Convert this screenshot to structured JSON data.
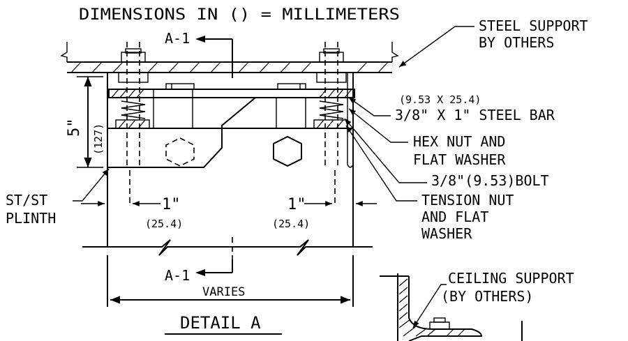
{
  "header": {
    "dimensions_note": "DIMENSIONS IN () = MILLIMETERS"
  },
  "section_marks": {
    "top": "A-1",
    "bottom": "A-1"
  },
  "callouts": {
    "steel_support_line1": "STEEL SUPPORT",
    "steel_support_line2": "BY OTHERS",
    "bar_metric": "(9.53 X 25.4)",
    "bar_imperial": "3/8\" X 1\" STEEL BAR",
    "hex_nut_line1": "HEX NUT AND",
    "hex_nut_line2": "FLAT WASHER",
    "bolt": "3/8\"(9.53)BOLT",
    "tension_nut_line1": "TENSION NUT",
    "tension_nut_line2": "AND FLAT",
    "tension_nut_line3": "WASHER",
    "plinth_line1": "ST/ST",
    "plinth_line2": "PLINTH",
    "ceiling_support_line1": "CEILING SUPPORT",
    "ceiling_support_line2": "(BY OTHERS)"
  },
  "dimensions": {
    "height_imperial": "5\"",
    "height_metric": "(127)",
    "left_offset_imperial": "1\"",
    "left_offset_metric": "(25.4)",
    "right_offset_imperial": "1\"",
    "right_offset_metric": "(25.4)",
    "width": "VARIES"
  },
  "title": "DETAIL A"
}
